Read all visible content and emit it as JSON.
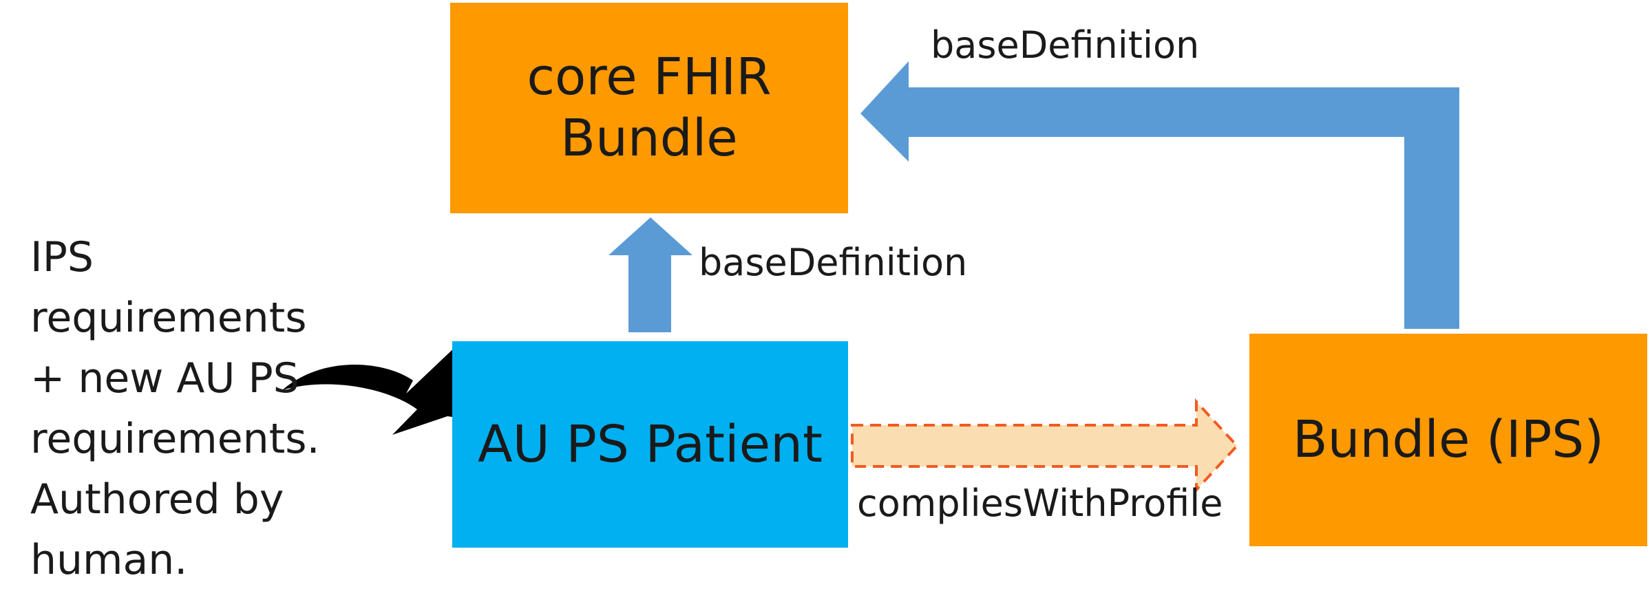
{
  "nodes": {
    "core_bundle": "core FHIR\nBundle",
    "au_ps_patient": "AU PS Patient",
    "bundle_ips": "Bundle (IPS)"
  },
  "edges": {
    "top_label": "baseDefinition",
    "middle_label": "baseDefinition",
    "complies_label": "compliesWithProfile"
  },
  "annotation": "IPS\nrequirements\n+ new AU PS\nrequirements.\nAuthored by\nhuman.",
  "colors": {
    "orange_box": "#FF9900",
    "blue_box": "#00B0F0",
    "arrow_blue": "#5B9BD5",
    "dashed_fill": "#FADDB0",
    "dashed_stroke": "#F05A22",
    "black_arrow": "#000000"
  }
}
